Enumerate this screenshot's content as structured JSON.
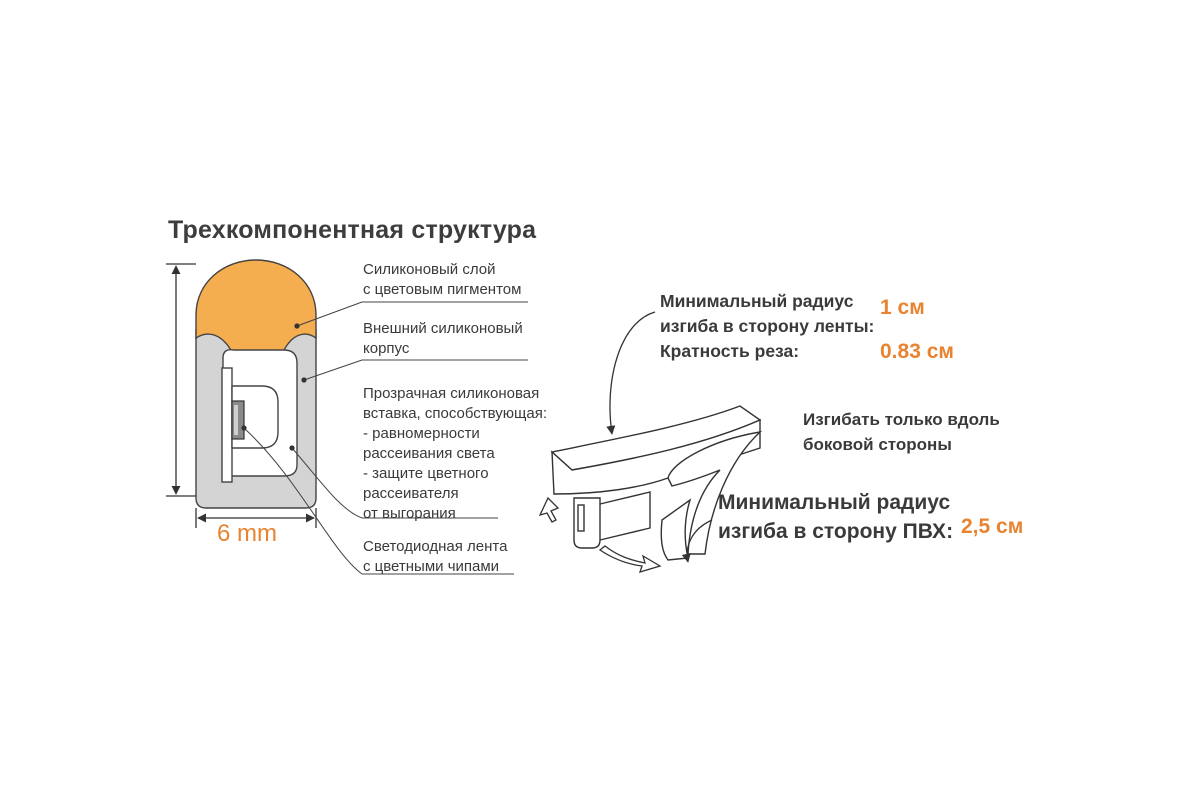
{
  "colors": {
    "accent": "#e8832f",
    "pigment": "#f4ad4f",
    "casing": "#d4d4d4",
    "line": "#333333"
  },
  "title": "Трехкомпонентная структура",
  "dimension": "6 mm",
  "callouts": {
    "pigment_layer": [
      "Силиконовый слой",
      "с цветовым пигментом"
    ],
    "outer_casing": [
      "Внешний силиконовый",
      "корпус"
    ],
    "insert": [
      "Прозрачная силиконовая",
      "вставка, способствующая:",
      "- равномерности",
      "рассеивания света",
      "- защите цветного",
      "рассеивателя",
      "от выгорания"
    ],
    "led_strip": [
      "Светодиодная лента",
      "с цветными чипами"
    ]
  },
  "specs": {
    "tape_radius": {
      "label": [
        "Минимальный радиус",
        "изгиба в сторону ленты:"
      ],
      "value": "1 см"
    },
    "cut_multiplicity": {
      "label": "Кратность реза:",
      "value": "0.83 см"
    },
    "bend_note": [
      "Изгибать только вдоль",
      "боковой стороны"
    ],
    "pvc_radius": {
      "label": [
        "Минимальный радиус",
        "изгиба в сторону ПВХ:"
      ],
      "value": "2,5 см"
    }
  }
}
